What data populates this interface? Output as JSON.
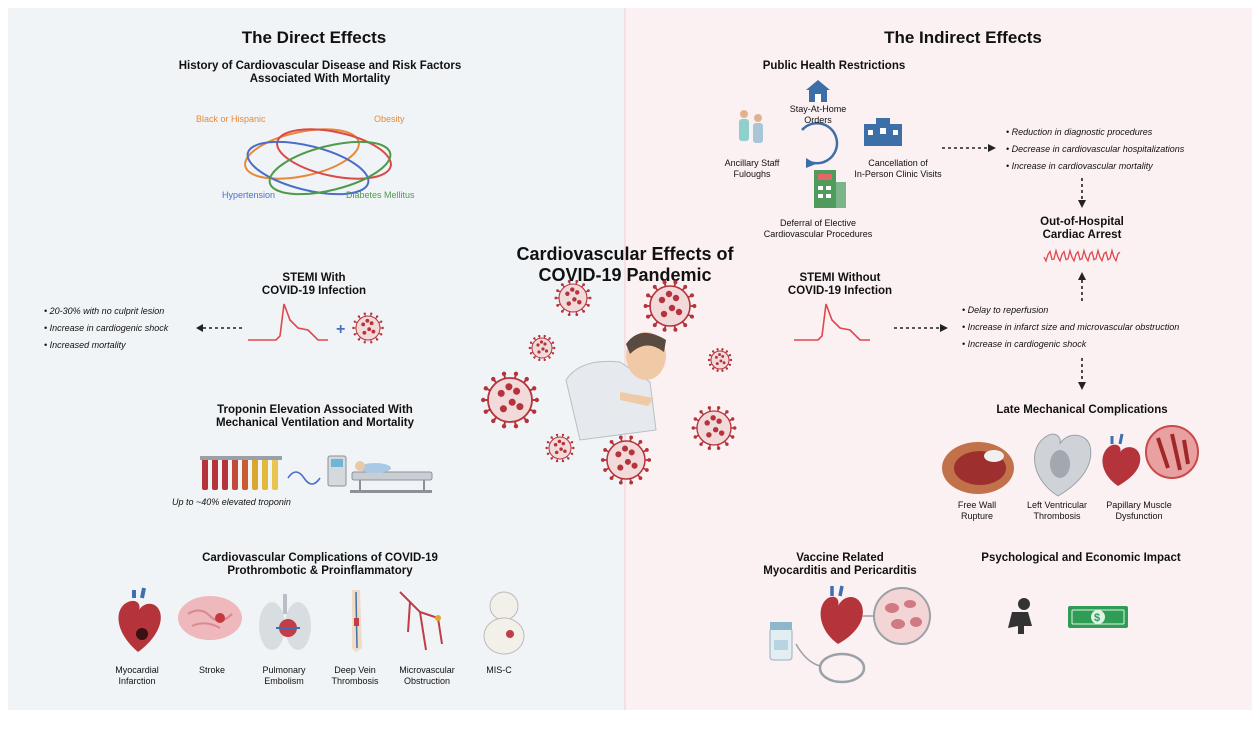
{
  "direct": {
    "title": "The Direct Effects",
    "history_title": [
      "History of Cardiovascular Disease and Risk Factors",
      "Associated With Mortality"
    ],
    "venn": {
      "a": "Black or Hispanic",
      "b": "Obesity",
      "c": "Hypertension",
      "d": "Diabetes Mellitus"
    },
    "stemi_title": [
      "STEMI With",
      "COVID-19 Infection"
    ],
    "stemi_bullets": [
      "20-30% with no culprit lesion",
      "Increase in cardiogenic shock",
      "Increased mortality"
    ],
    "troponin_title": [
      "Troponin Elevation Associated With",
      "Mechanical Ventilation and Mortality"
    ],
    "troponin_caption": "Up to ~40% elevated troponin",
    "comp_title": [
      "Cardiovascular Complications of COVID-19",
      "Prothrombotic & Proinflammatory"
    ],
    "complications": [
      {
        "l1": "Myocardial",
        "l2": "Infarction"
      },
      {
        "l1": "Stroke",
        "l2": ""
      },
      {
        "l1": "Pulmonary",
        "l2": "Embolism"
      },
      {
        "l1": "Deep Vein",
        "l2": "Thrombosis"
      },
      {
        "l1": "Microvascular",
        "l2": "Obstruction"
      },
      {
        "l1": "MIS-C",
        "l2": ""
      }
    ]
  },
  "center": {
    "title": [
      "Cardiovascular Effects of",
      "COVID-19 Pandemic"
    ]
  },
  "indirect": {
    "title": "The Indirect Effects",
    "restrictions_title": "Public Health Restrictions",
    "stay_home": [
      "Stay-At-Home",
      "Orders"
    ],
    "staff": [
      "Ancillary Staff",
      "Fuloughs"
    ],
    "cancel": [
      "Cancellation of",
      "In-Person Clinic Visits"
    ],
    "deferral": [
      "Deferral of Elective",
      "Cardiovascular Procedures"
    ],
    "restriction_bullets": [
      "Reduction in diagnostic procedures",
      "Decrease in cardiovascular hospitalizations",
      "Increase in cardiovascular mortality"
    ],
    "ohca_title": [
      "Out-of-Hospital",
      "Cardiac Arrest"
    ],
    "stemi_title": [
      "STEMI Without",
      "COVID-19 Infection"
    ],
    "stemi_bullets": [
      "Delay to reperfusion",
      "Increase in infarct size and microvascular obstruction",
      "Increase in cardiogenic shock"
    ],
    "late_title": "Late Mechanical Complications",
    "late": [
      {
        "l1": "Free Wall",
        "l2": "Rupture"
      },
      {
        "l1": "Left Ventricular",
        "l2": "Thrombosis"
      },
      {
        "l1": "Papillary Muscle",
        "l2": "Dysfunction"
      }
    ],
    "vaccine_title": [
      "Vaccine Related",
      "Myocarditis and Pericarditis"
    ],
    "psych_title": "Psychological and Economic Impact"
  },
  "colors": {
    "virus": "#b5343b",
    "ecg": "#e0474c",
    "venn_orange": "#e8893a",
    "venn_red": "#d94a4a",
    "venn_blue": "#4b6fc9",
    "venn_green": "#4e9a4a",
    "money": "#2f9d55"
  }
}
